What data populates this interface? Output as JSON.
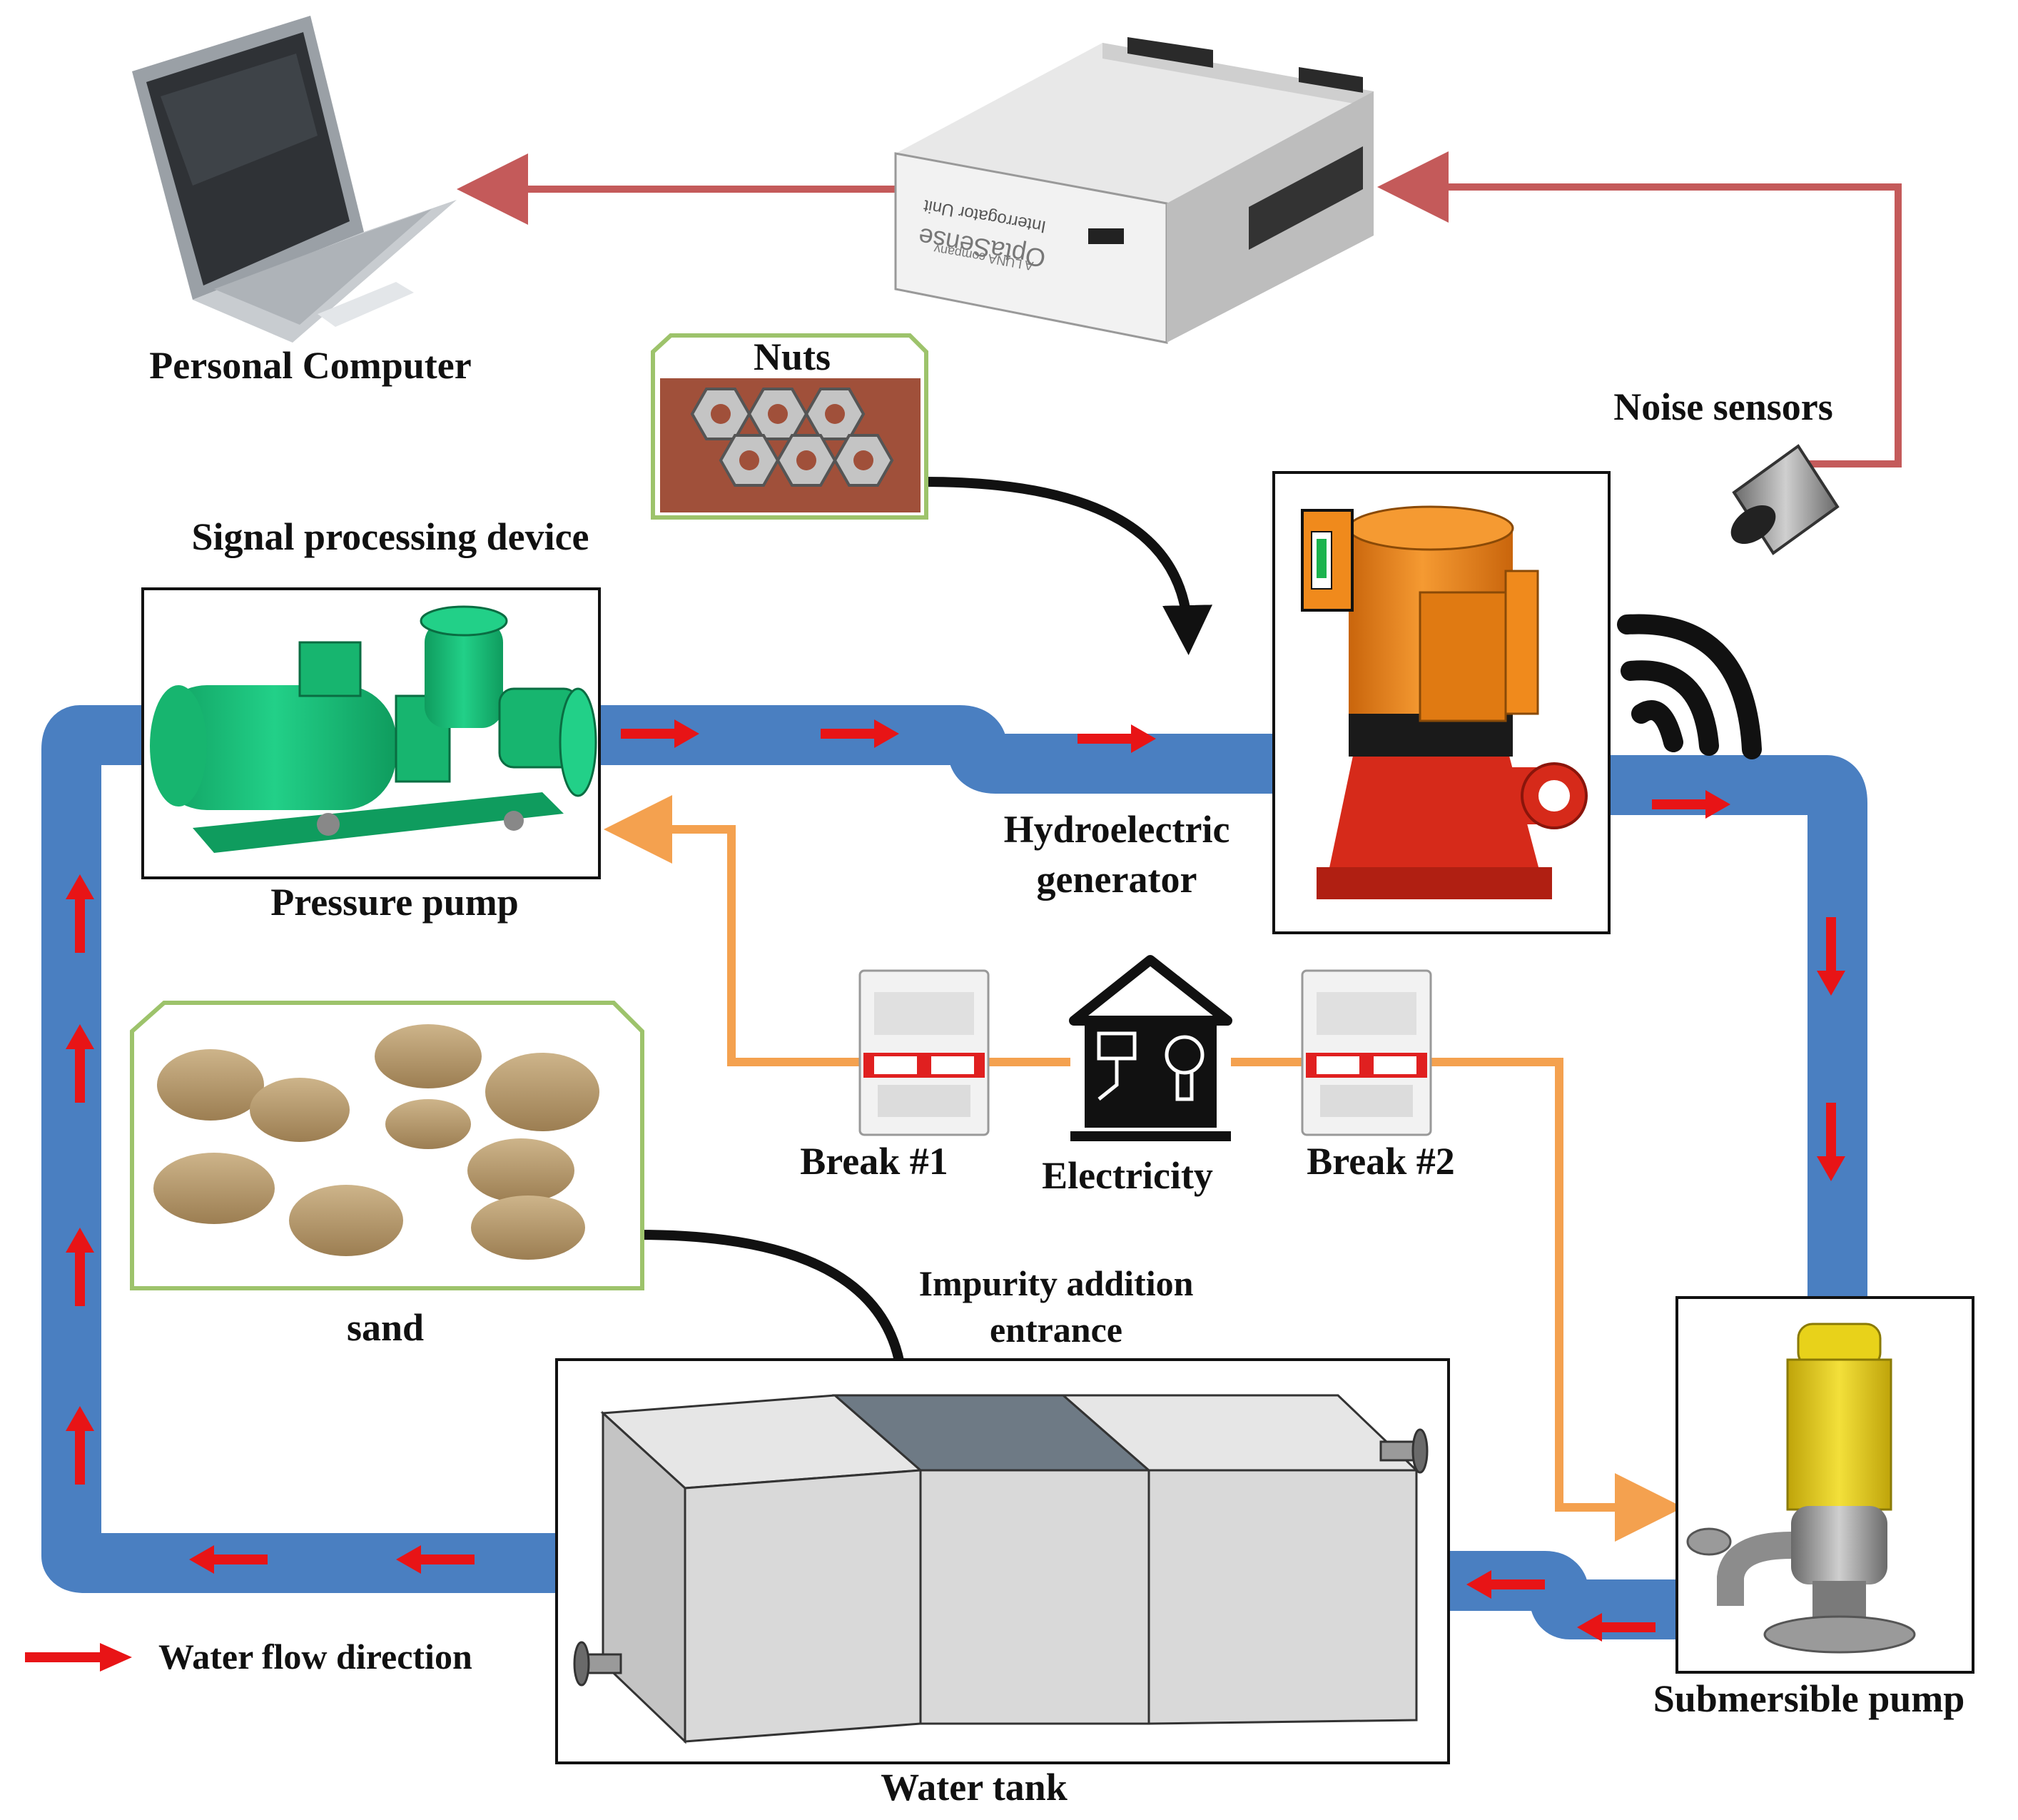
{
  "labels": {
    "personal_computer": "Personal Computer",
    "nuts": "Nuts",
    "noise_sensors": "Noise sensors",
    "signal_processing_device": "Signal processing device",
    "pressure_pump": "Pressure pump",
    "hydroelectric_line1": "Hydroelectric",
    "hydroelectric_line2": "generator",
    "sand": "sand",
    "break1": "Break #1",
    "electricity": "Electricity",
    "break2": "Break #2",
    "impurity_line1": "Impurity addition",
    "impurity_line2": "entrance",
    "water_tank": "Water  tank",
    "submersible_pump": "Submersible pump",
    "legend_water_flow": "Water flow direction"
  },
  "interrogator": {
    "line1": "Interrogator Unit",
    "line2": "OptaSense",
    "line3": "A LUNA company"
  },
  "colors": {
    "pipe": "#4a7fc1",
    "flow_arrow": "#e81416",
    "signal_line": "#c45a5a",
    "power_line": "#f4a14f",
    "pressure_pump": "#19c07a",
    "generator_top": "#f08a1c",
    "generator_base": "#d62a1a",
    "submersible_motor": "#e8d21a",
    "impurity_box_border": "#9dc36b",
    "tank": "#d9d9d9"
  },
  "icons": [
    "laptop-icon",
    "interrogator-unit-icon",
    "noise-sensor-icon",
    "wireless-signal-icon",
    "circuit-breaker-icon",
    "house-electricity-icon",
    "nuts-image",
    "sand-image"
  ]
}
